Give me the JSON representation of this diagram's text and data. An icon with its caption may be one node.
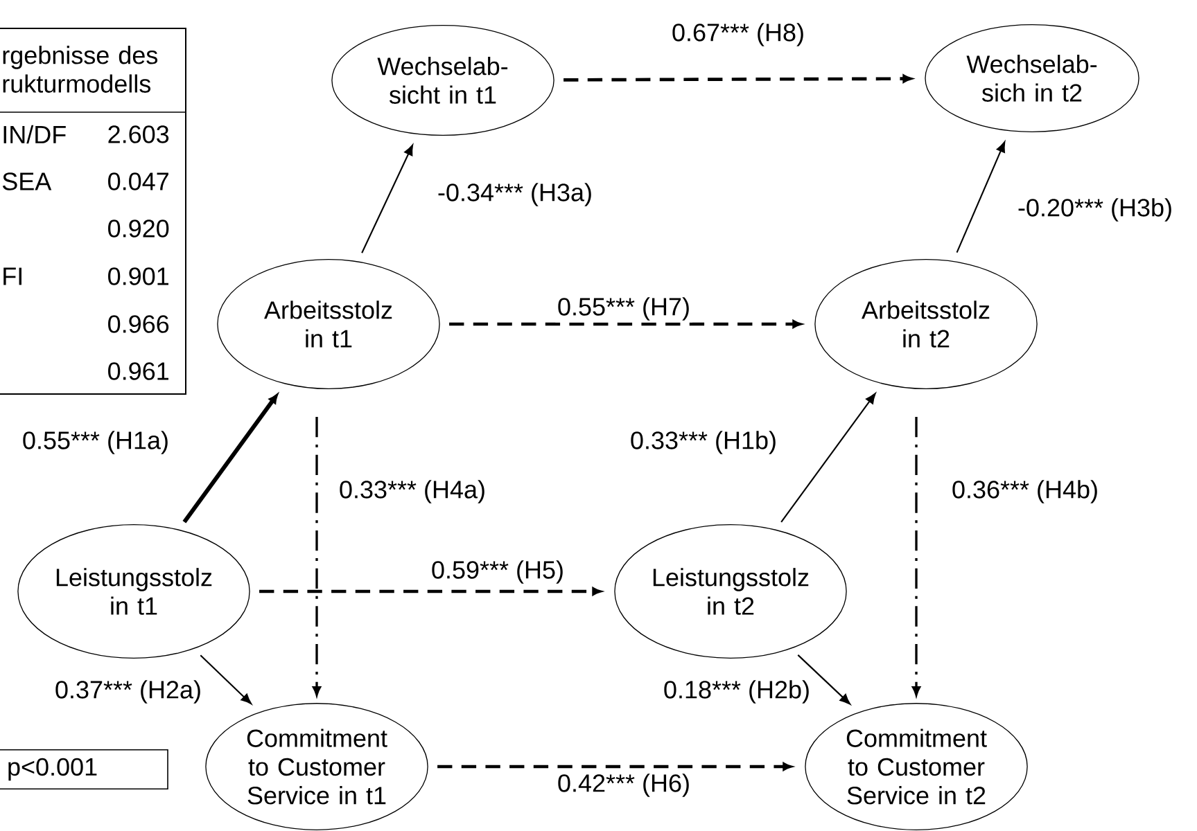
{
  "diagram": {
    "nodes": [
      {
        "text": [
          "Wechselab- sicht in t1"
        ]
      },
      {
        "text": [
          "Wechselab- sich in t2"
        ]
      },
      {
        "text": [
          "Arbeitsstolz in t1"
        ]
      },
      {
        "text": [
          "Arbeitsstolz in t2"
        ]
      },
      {
        "text": [
          "Leistungsstolz in t1"
        ]
      },
      {
        "text": [
          "Leistungsstolz in t2"
        ]
      },
      {
        "text": [
          "Commitment to Customer Service in t1"
        ]
      },
      {
        "text": [
          "Commitment to Customer Service in t2"
        ]
      },
      {
        "text": [
          "p<0.001"
        ]
      }
    ],
    "edges": [
      {
        "from": 4,
        "to": 2,
        "arrow": "to",
        "label": "0.55*** (H1a)",
        "style": "thick"
      },
      {
        "from": 4,
        "to": 6,
        "arrow": "to",
        "label": "0.37*** (H2a)"
      },
      {
        "from": 2,
        "to": 0,
        "arrow": "to",
        "label": "-0.34*** (H3a)"
      },
      {
        "from": 2,
        "to": 6,
        "arrow": "to",
        "label": "0.33*** (H4a)",
        "style": "dashed"
      },
      {
        "from": 4,
        "to": 5,
        "arrow": "to",
        "label": "0.59*** (H5)",
        "style": "dashed"
      },
      {
        "from": 6,
        "to": 7,
        "arrow": "to",
        "label": "0.42*** (H6)",
        "style": "dashed"
      },
      {
        "from": 2,
        "to": 3,
        "arrow": "to",
        "label": "0.55*** (H7)",
        "style": "dashed"
      },
      {
        "from": 0,
        "to": 1,
        "arrow": "to",
        "label": "0.67*** (H8)",
        "style": "dashed"
      },
      {
        "from": 5,
        "to": 3,
        "arrow": "to",
        "label": "0.33*** (H1b)"
      },
      {
        "from": 5,
        "to": 7,
        "arrow": "to",
        "label": "0.18*** (H2b)"
      },
      {
        "from": 3,
        "to": 1,
        "arrow": "to",
        "label": "-0.20*** (H3b)"
      },
      {
        "from": 3,
        "to": 7,
        "arrow": "to",
        "label": "0.36*** (H4b)",
        "style": "dashed"
      }
    ],
    "labels": [
      "rgebnisse des rukturmodells",
      "IN/DF",
      "2.603",
      "SEA",
      "0.047",
      "0.920",
      "FI",
      "0.901",
      "0.966",
      "0.961"
    ]
  }
}
